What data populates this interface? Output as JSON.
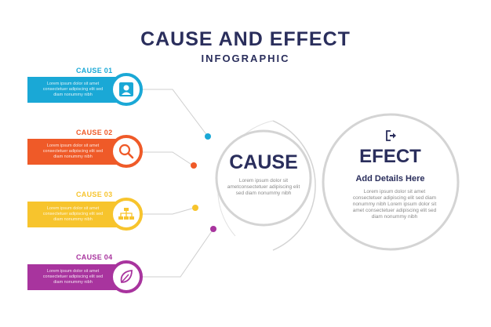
{
  "title": "CAUSE AND EFFECT",
  "subtitle": "INFOGRAPHIC",
  "causes": [
    {
      "label": "CAUSE 01",
      "text": "Lorem ipsum dolor sit amet consectetuer adipiscing elit sed diam nonummy nibh",
      "color": "#1aa8d6",
      "icon": "user-icon"
    },
    {
      "label": "CAUSE 02",
      "text": "Lorem ipsum dolor sit amet consectetuer adipiscing elit sed diam nonummy nibh",
      "color": "#ef5a28",
      "icon": "magnifier-icon"
    },
    {
      "label": "CAUSE 03",
      "text": "Lorem ipsum dolor sit amet consectetuer adipiscing elit sed diam nonummy nibh",
      "color": "#f7c42d",
      "icon": "org-chart-icon"
    },
    {
      "label": "CAUSE 04",
      "text": "Lorem ipsum dolor sit amet consectetuer adipiscing elit sed diam nonummy nibh",
      "color": "#a8349e",
      "icon": "leaf-icon"
    }
  ],
  "cause_center": {
    "title": "CAUSE",
    "text": "Lorem ipsum dolor sit ametconsectetuer adipiscing elit sed diam nonummy nibh"
  },
  "effect": {
    "title": "EFECT",
    "subtitle": "Add Details Here",
    "text": "Lorem ipsum dolor sit amet consectetuer adipiscing elit sed diam nonummy nibh Lorem ipsum dolor sit amet consectetuer adipiscing elit sed diam nonummy nibh",
    "icon": "exit-icon"
  },
  "colors": {
    "navy": "#2a2e5c",
    "gray_line": "#c8c8c8",
    "ring": "#d4d4d4"
  }
}
